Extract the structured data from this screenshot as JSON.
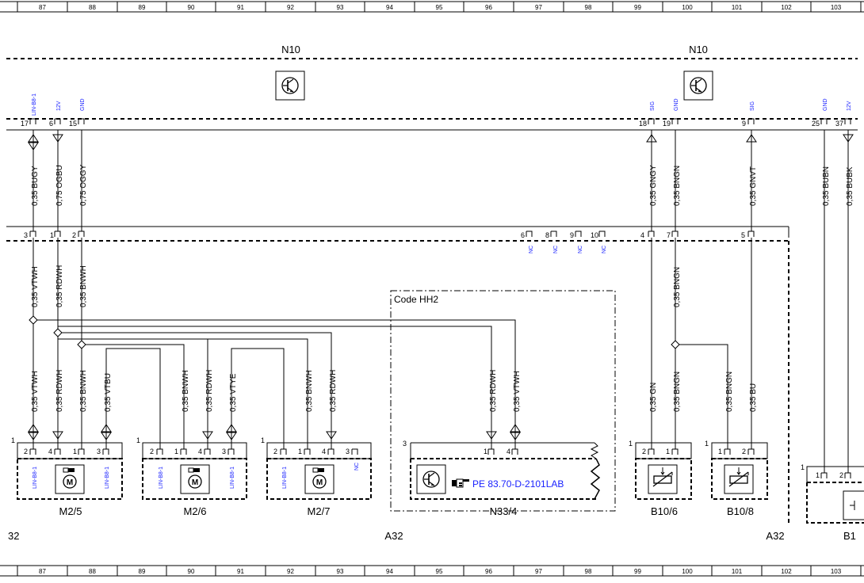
{
  "ruler": {
    "numbers": [
      "87",
      "88",
      "89",
      "90",
      "91",
      "92",
      "93",
      "94",
      "95",
      "96",
      "97",
      "98",
      "99",
      "100",
      "101",
      "102",
      "103"
    ]
  },
  "components": {
    "n10_left": "N10",
    "n10_right": "N10",
    "a32_left": "32",
    "a32_mid": "A32",
    "a32_right": "A32",
    "m2_5": "M2/5",
    "m2_6": "M2/6",
    "m2_7": "M2/7",
    "n33_4": "N33/4",
    "b10_6": "B10/6",
    "b10_8": "B10/8",
    "b1x": "B1"
  },
  "code_block": {
    "label": "Code HH2"
  },
  "reference": {
    "text": "PE 83.70-D-2101LAB"
  },
  "top_connector": {
    "pins": [
      {
        "pin": "17",
        "signal": "LIN-B8-1"
      },
      {
        "pin": "6",
        "signal": "12V"
      },
      {
        "pin": "15",
        "signal": "GND"
      },
      {
        "pin": "18",
        "signal": "SIG"
      },
      {
        "pin": "19",
        "signal": "GND"
      },
      {
        "pin": "9",
        "signal": "SIG"
      },
      {
        "pin": "25",
        "signal": "GND"
      },
      {
        "pin": "37",
        "signal": "12V"
      }
    ]
  },
  "wires_upper": [
    "0,35 BUGY",
    "0,75 OGBU",
    "0,75 OGGY",
    "0,35 GNGY",
    "0,35 BNGN",
    "0,35 GNVT",
    "0,35 BUBN",
    "0,35 BUBK"
  ],
  "a32_pins": [
    "3",
    "1",
    "2",
    "6",
    "8",
    "9",
    "10",
    "4",
    "7",
    "5"
  ],
  "nc_label": "NC",
  "wires_mid": [
    "0,35 VTWH",
    "0,35 RDWH",
    "0,35 BNWH",
    "0,35 BNGN"
  ],
  "wires_lower": [
    "0,35 VTWH",
    "0,35 RDWH",
    "0,35 BNWH",
    "0,35 VTBU",
    "0,35 BNWH",
    "0,35 RDWH",
    "0,35 VTYE",
    "0,35 BNWH",
    "0,35 RDWH",
    "0,35 RDWH",
    "0,35 VTWH",
    "0,35 GN",
    "0,35 BNGN",
    "0,35 BNGN",
    "0,35 BU"
  ],
  "box_corner_pins": [
    "1",
    "1",
    "1",
    "3",
    "1",
    "1",
    "1"
  ],
  "m2_5_pins": [
    {
      "pin": "2",
      "signal": "LIN-B8-1"
    },
    {
      "pin": "4",
      "signal": ""
    },
    {
      "pin": "1",
      "signal": ""
    },
    {
      "pin": "3",
      "signal": "LIN-B8-1"
    }
  ],
  "m2_6_pins": [
    {
      "pin": "2",
      "signal": "LIN-B8-1"
    },
    {
      "pin": "1",
      "signal": ""
    },
    {
      "pin": "4",
      "signal": ""
    },
    {
      "pin": "3",
      "signal": "LIN-B8-1"
    }
  ],
  "m2_7_pins": [
    {
      "pin": "2",
      "signal": "LIN-B8-1"
    },
    {
      "pin": "1",
      "signal": ""
    },
    {
      "pin": "4",
      "signal": ""
    },
    {
      "pin": "3",
      "signal": "NC"
    }
  ],
  "n33_4_pins": [
    "1",
    "4"
  ],
  "b10_6_pins": [
    "2",
    "1"
  ],
  "b10_8_pins": [
    "1",
    "2"
  ],
  "b1x_pins": [
    "1",
    "2"
  ],
  "motor_symbol": "M"
}
